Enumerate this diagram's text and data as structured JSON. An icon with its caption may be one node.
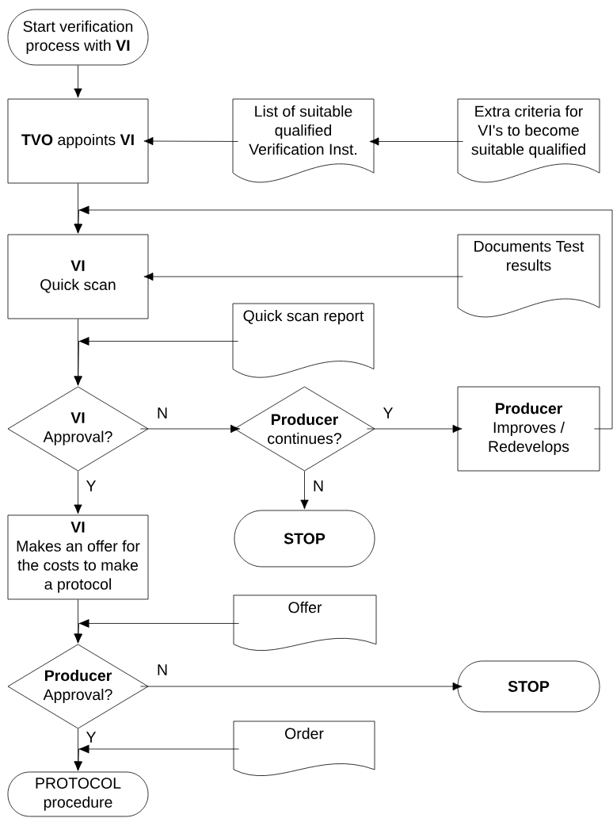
{
  "diagram": {
    "nodes": [
      {
        "text": [
          "Start verification process with **VI**"
        ]
      },
      {
        "text": [
          "**TVO** appoints **VI**"
        ]
      },
      {
        "text": [
          "List of suitable qualified Verification Inst."
        ]
      },
      {
        "text": [
          "Extra criteria for VI's to become suitable qualified"
        ]
      },
      {
        "text": [
          "VI",
          "Quick scan"
        ]
      },
      {
        "text": [
          "Documents Test results"
        ]
      },
      {
        "text": [
          "Quick scan report"
        ]
      },
      {
        "text": [
          "VI",
          "Approval?"
        ]
      },
      {
        "text": [
          "Producer",
          "continues?"
        ]
      },
      {
        "text": [
          "Producer",
          "Improves / Redevelops"
        ]
      },
      {
        "text": [
          "STOP"
        ]
      },
      {
        "text": [
          "VI",
          "Makes an offer for the costs to make a protocol"
        ]
      },
      {
        "text": [
          "Offer"
        ]
      },
      {
        "text": [
          "Producer",
          "Approval?"
        ]
      },
      {
        "text": [
          "STOP"
        ]
      },
      {
        "text": [
          "Order"
        ]
      },
      {
        "text": [
          "PROTOCOL procedure"
        ]
      }
    ],
    "edges": [
      {
        "from": 0,
        "to": 1,
        "arrow": "to"
      },
      {
        "from": 2,
        "to": 1,
        "arrow": "to"
      },
      {
        "from": 3,
        "to": 2,
        "arrow": "to"
      },
      {
        "from": 1,
        "to": 4,
        "arrow": "to"
      },
      {
        "from": 9,
        "to": 4,
        "arrow": "to"
      },
      {
        "from": 5,
        "to": 4,
        "arrow": "to"
      },
      {
        "from": 4,
        "to": 7,
        "arrow": "to"
      },
      {
        "from": 6,
        "to": 7,
        "arrow": "to"
      },
      {
        "from": 7,
        "to": 8,
        "arrow": "to",
        "label": "N"
      },
      {
        "from": 8,
        "to": 9,
        "arrow": "to",
        "label": "Y"
      },
      {
        "from": 8,
        "to": 10,
        "arrow": "to",
        "label": "N"
      },
      {
        "from": 7,
        "to": 11,
        "arrow": "to",
        "label": "Y"
      },
      {
        "from": 11,
        "to": 13,
        "arrow": "to"
      },
      {
        "from": 12,
        "to": 13,
        "arrow": "to"
      },
      {
        "from": 13,
        "to": 14,
        "arrow": "to",
        "label": "N"
      },
      {
        "from": 13,
        "to": 16,
        "arrow": "to",
        "label": "Y"
      },
      {
        "from": 15,
        "to": 16,
        "arrow": "to"
      }
    ]
  }
}
